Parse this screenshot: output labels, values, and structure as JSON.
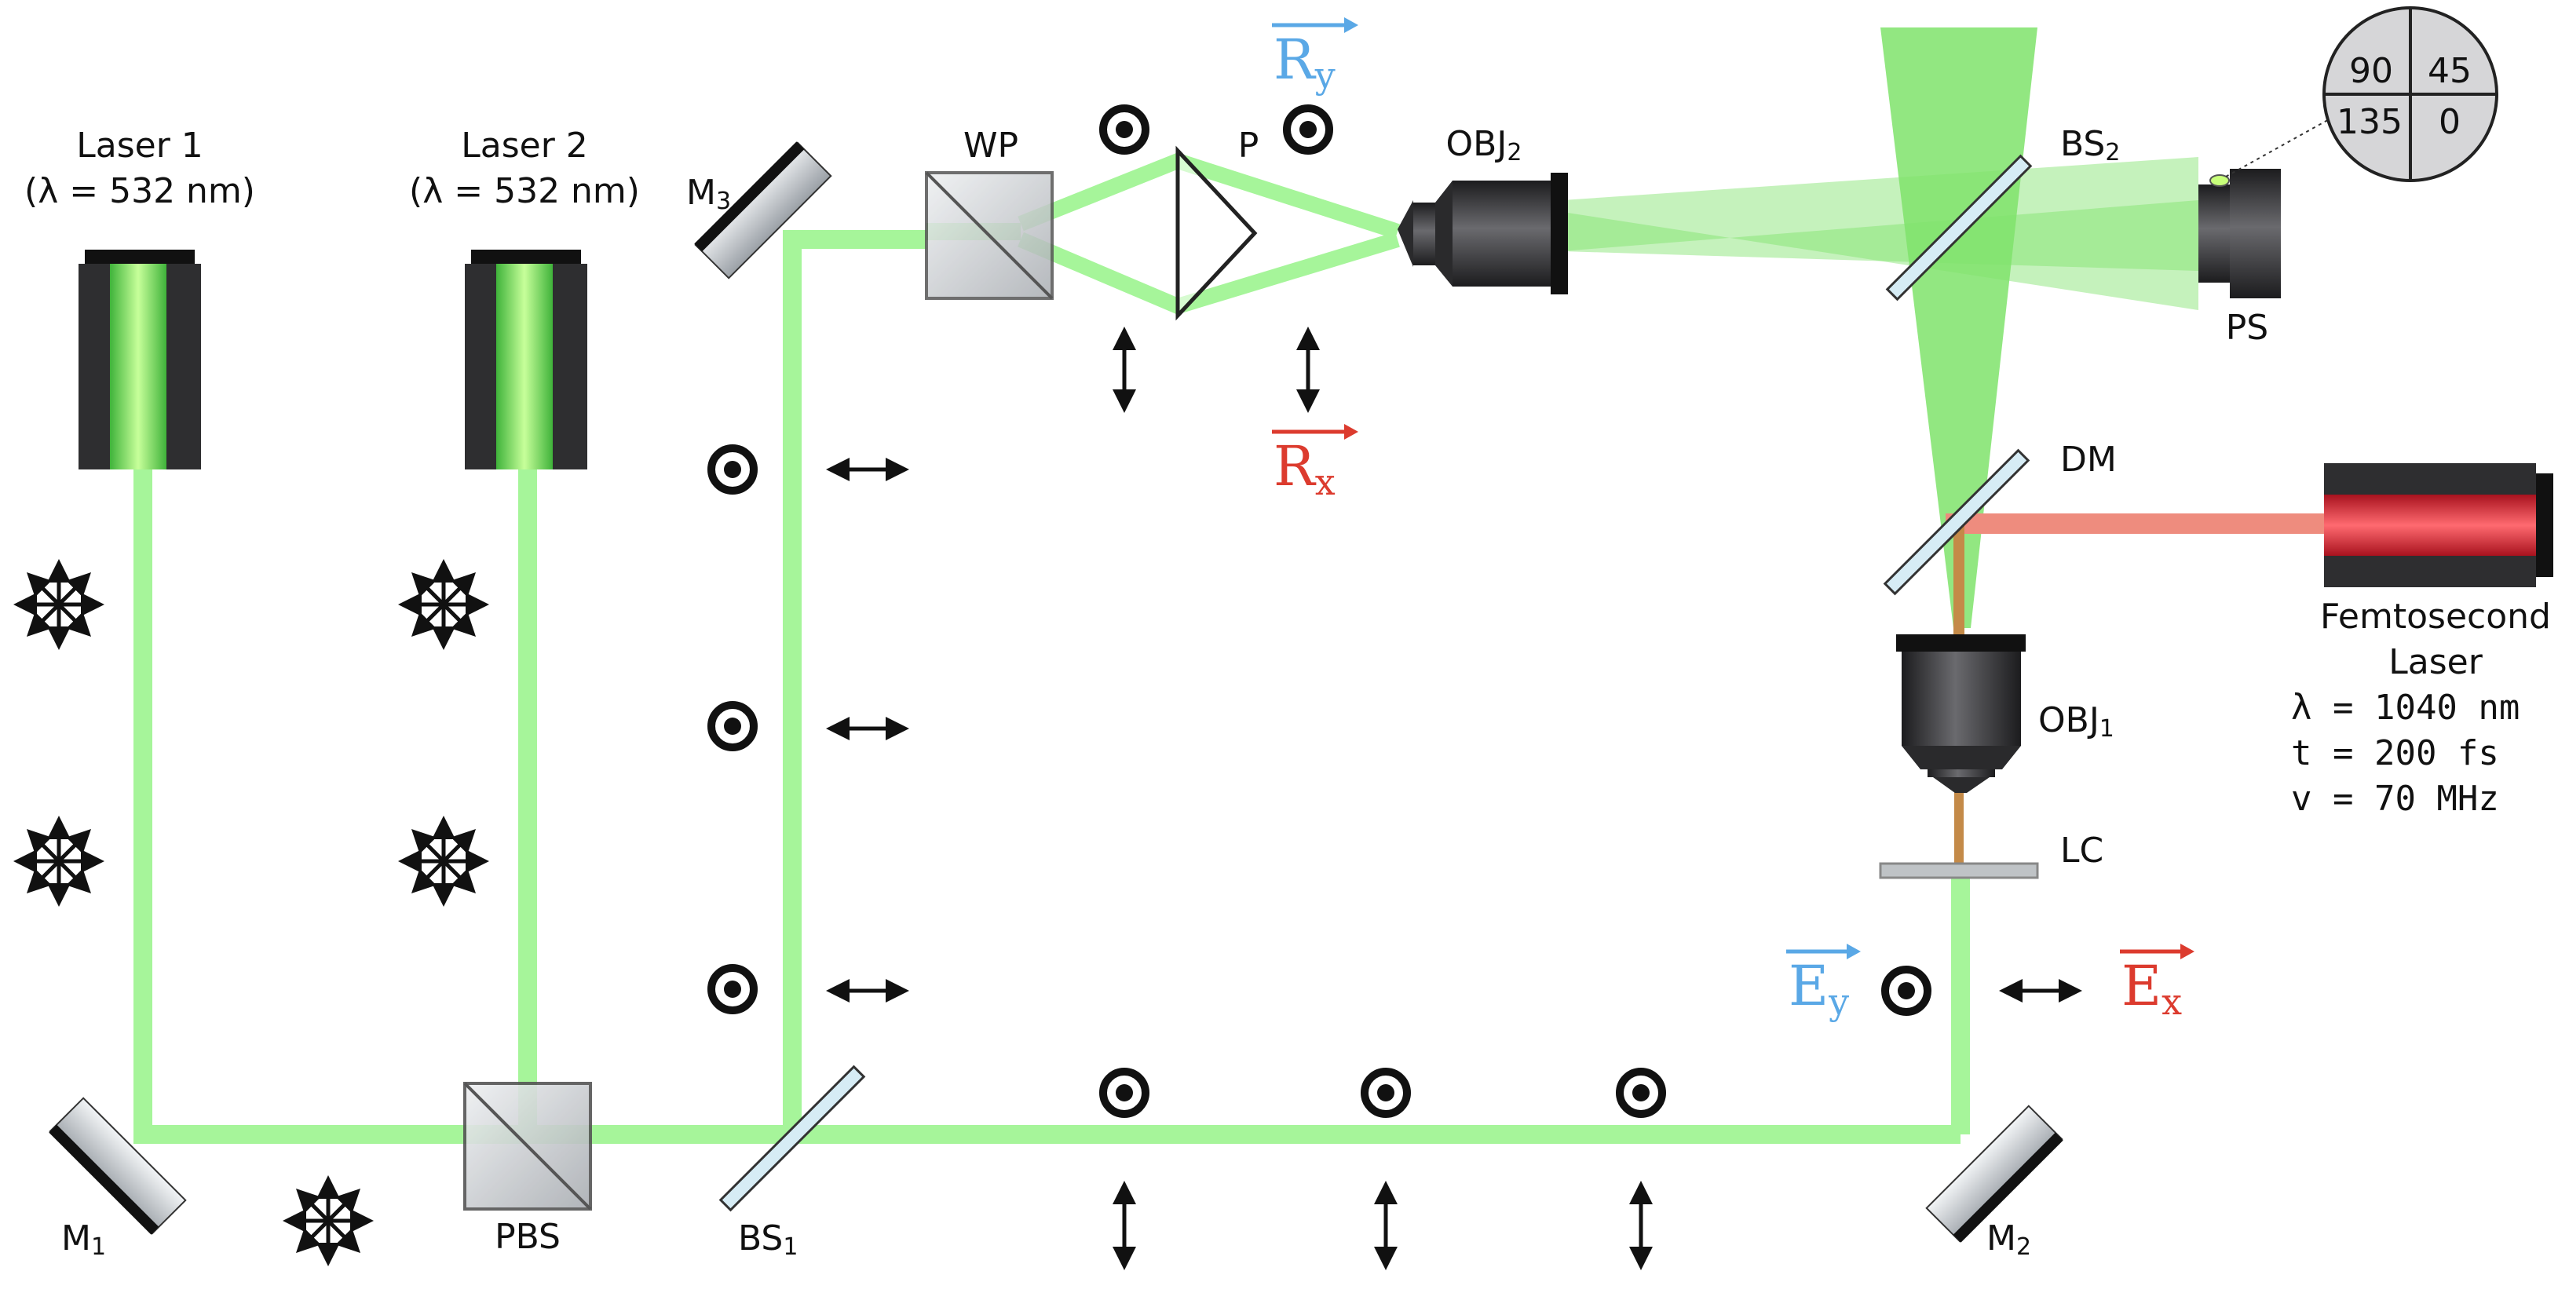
{
  "colors": {
    "beam": "#a6f59a",
    "beam_bright": "#7fe36b",
    "infrared": "#ee8c7e",
    "laser_red": "#d6303c",
    "blue_label": "#5aa8e6",
    "red_label": "#dc3b2e",
    "housing": "#2e2e30",
    "fiber": "#c48a48"
  },
  "labels": {
    "laser1_title": "Laser 1",
    "laser1_wave": "(λ = 532 nm)",
    "laser2_title": "Laser 2",
    "laser2_wave": "(λ = 532 nm)",
    "m1": "M",
    "m1_sub": "1",
    "m2": "M",
    "m2_sub": "2",
    "m3": "M",
    "m3_sub": "3",
    "pbs": "PBS",
    "bs1": "BS",
    "bs1_sub": "1",
    "bs2": "BS",
    "bs2_sub": "2",
    "wp": "WP",
    "p": "P",
    "obj1": "OBJ",
    "obj1_sub": "1",
    "obj2": "OBJ",
    "obj2_sub": "2",
    "ps": "PS",
    "dm": "DM",
    "lc": "LC",
    "femto_lines": [
      "Femtosecond",
      "Laser",
      "λ = 1040 nm",
      "t  = 200 fs",
      "v = 70 MHz"
    ],
    "ry": "R",
    "ry_sub": "y",
    "rx": "R",
    "rx_sub": "x",
    "ey": "E",
    "ey_sub": "y",
    "ex": "E",
    "ex_sub": "x"
  },
  "polarizer_quadrants": [
    "90",
    "45",
    "135",
    "0"
  ],
  "icons": {
    "unpolarized": "unpolarized-arrows-icon",
    "out_of_plane": "dot-in-circle-icon",
    "vertical": "double-arrow-vertical-icon",
    "horizontal": "double-arrow-horizontal-icon"
  }
}
